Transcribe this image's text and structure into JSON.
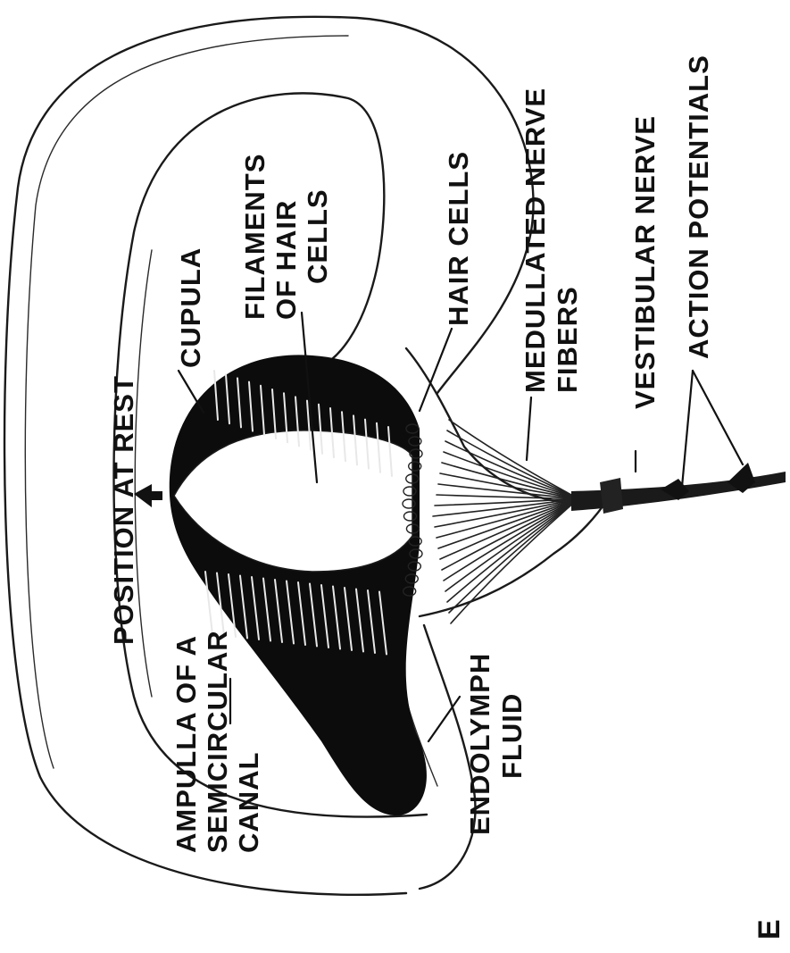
{
  "diagram": {
    "panel_letter": "E",
    "labels": {
      "position_at_rest": "POSITION AT REST",
      "cupula": "CUPULA",
      "filaments": [
        "FILAMENTS",
        "OF HAIR",
        "CELLS"
      ],
      "hair_cells": "HAIR CELLS",
      "medullated": [
        "MEDULLATED NERVE",
        "FIBERS"
      ],
      "vestibular_nerve": "VESTIBULAR NERVE",
      "action_potentials": "ACTION POTENTIALS",
      "ampulla": [
        "AMPULLA OF A",
        "SEMICIRCULAR",
        "CANAL"
      ],
      "endolymph": [
        "ENDOLYMPH",
        "FLUID"
      ]
    },
    "colors": {
      "ink": "#111111",
      "background": "#ffffff"
    }
  }
}
